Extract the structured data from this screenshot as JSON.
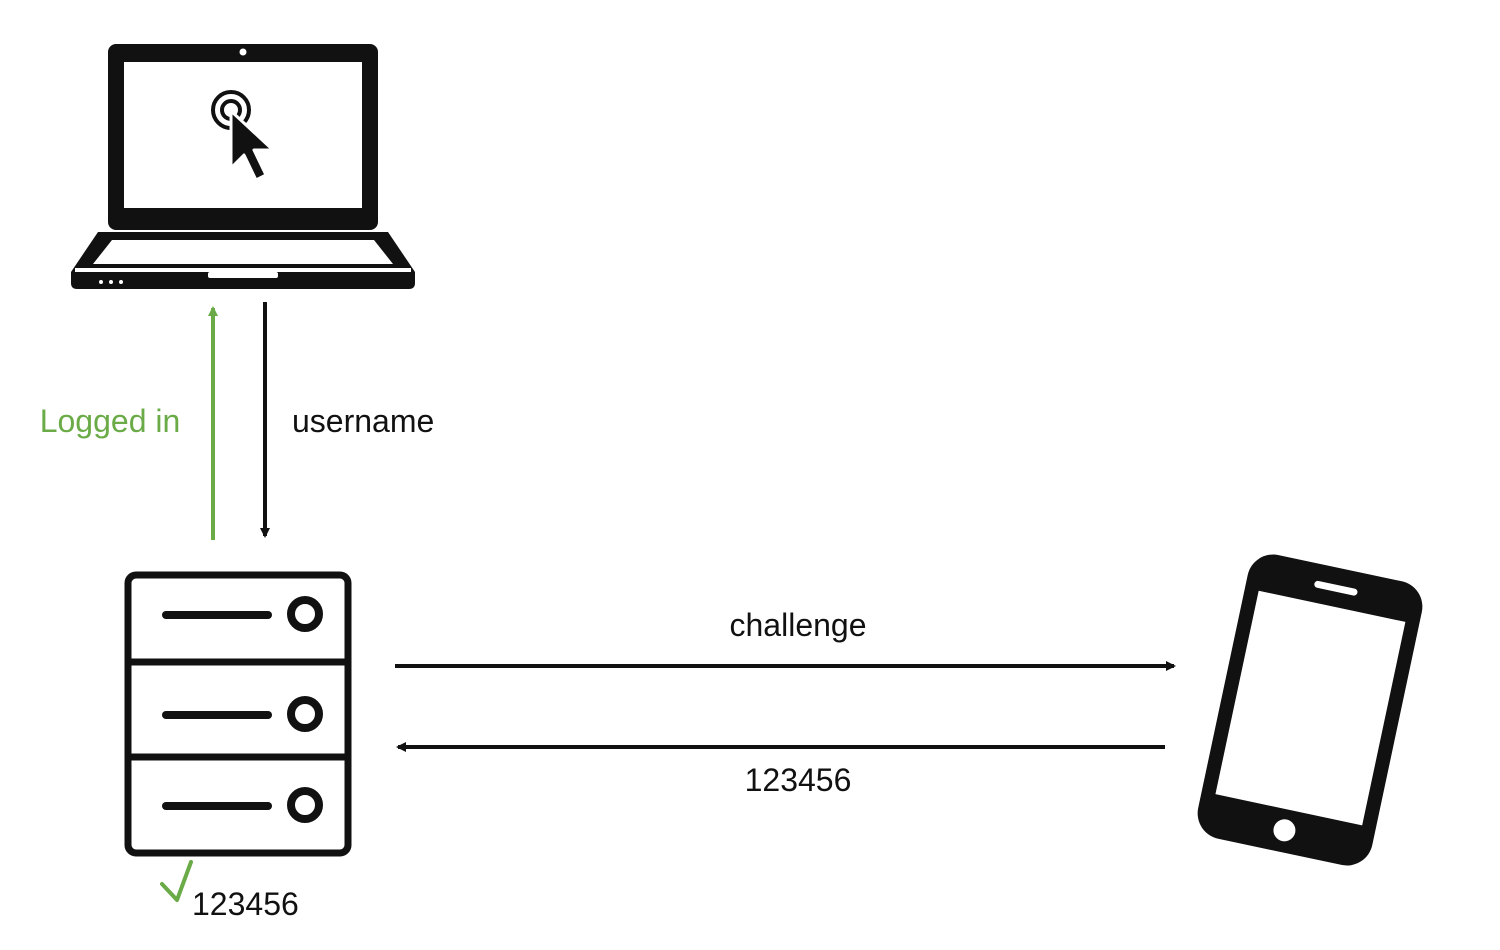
{
  "colors": {
    "ink": "#111111",
    "success": "#6aab48",
    "background": "#ffffff"
  },
  "icons": {
    "laptop": "laptop-icon",
    "cursor": "click-cursor-icon",
    "server": "server-icon",
    "phone": "phone-icon",
    "check": "check-icon"
  },
  "labels": {
    "logged_in": "Logged in",
    "username": "username",
    "challenge": "challenge",
    "response_code": "123456",
    "verified_code": "123456"
  }
}
